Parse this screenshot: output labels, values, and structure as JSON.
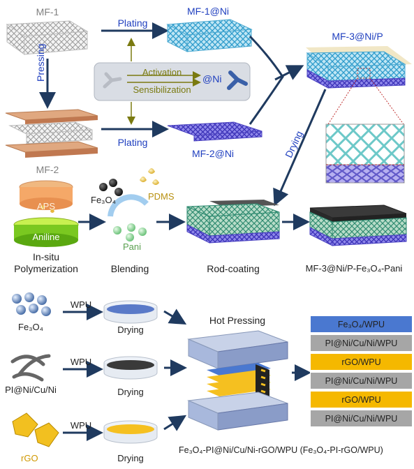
{
  "top": {
    "mf1": "MF-1",
    "mf2": "MF-2",
    "mf1ni": "MF-1@Ni",
    "mf2ni": "MF-2@Ni",
    "mf3nip": "MF-3@Ni/P",
    "plating_top": "Plating",
    "plating_bottom": "Plating",
    "pressing": "Pressing",
    "activation": "Activation",
    "sensibilization": "Sensibilization",
    "at_ni": "@Ni",
    "drying": "Drying"
  },
  "middle": {
    "aps": "APS",
    "aniline": "Aniline",
    "insitu_line1": "In-situ",
    "insitu_line2": "Polymerization",
    "fe3o4": "Fe₃O₄",
    "pdms": "PDMS",
    "pani": "Pani",
    "blending": "Blending",
    "rod_coating": "Rod-coating",
    "product": "MF-3@Ni/P-Fe₃O₄-Pani"
  },
  "bottom": {
    "row1_material": "Fe₃O₄",
    "row2_material": "PI@Ni/Cu/Ni",
    "row3_material": "rGO",
    "wpu1": "WPU",
    "wpu2": "WPU",
    "wpu3": "WPU",
    "drying1": "Drying",
    "drying2": "Drying",
    "drying3": "Drying",
    "hot_pressing": "Hot Pressing",
    "caption": "Fe₃O₄-PI@Ni/Cu/Ni-rGO/WPU (Fe₃O₄-PI-rGO/WPU)"
  },
  "stack_layers": [
    {
      "label": "Fe₃O₄/WPU",
      "color": "#4a78d0"
    },
    {
      "label": "PI@Ni/Cu/Ni/WPU",
      "color": "#a6a6a6"
    },
    {
      "label": "rGO/WPU",
      "color": "#f5b800"
    },
    {
      "label": "PI@Ni/Cu/Ni/WPU",
      "color": "#a6a6a6"
    },
    {
      "label": "rGO/WPU",
      "color": "#f5b800"
    },
    {
      "label": "PI@Ni/Cu/Ni/WPU",
      "color": "#a6a6a6"
    }
  ],
  "colors": {
    "arrow": "#1f3a5f",
    "foam_white": "#e8e8e8",
    "foam_cyan": "#4ab0d8",
    "foam_purple": "#5a50d0",
    "foam_green": "#3a9a7a",
    "copper": "#d08a60"
  }
}
